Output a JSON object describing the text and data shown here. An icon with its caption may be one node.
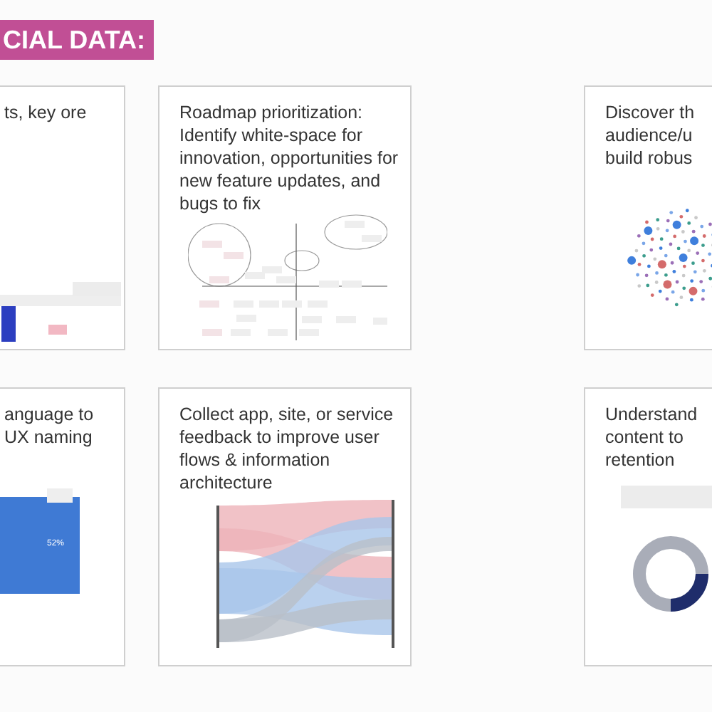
{
  "diagram": {
    "title": "CIAL DATA:",
    "nodes": [
      {
        "text": [
          "ts, key ore"
        ]
      },
      {
        "text": [
          "Roadmap prioritization: Identify white-space for innovation, opportunities for new feature updates, and bugs to fix"
        ]
      },
      {
        "text": [
          "Discover th audience/u build robus"
        ]
      },
      {
        "text": [
          "anguage to UX naming"
        ]
      },
      {
        "text": [
          "Collect app, site, or service feedback to improve user flows & information architecture"
        ]
      },
      {
        "text": [
          "Understand content to retention"
        ]
      }
    ],
    "labels": [
      "52%"
    ]
  }
}
